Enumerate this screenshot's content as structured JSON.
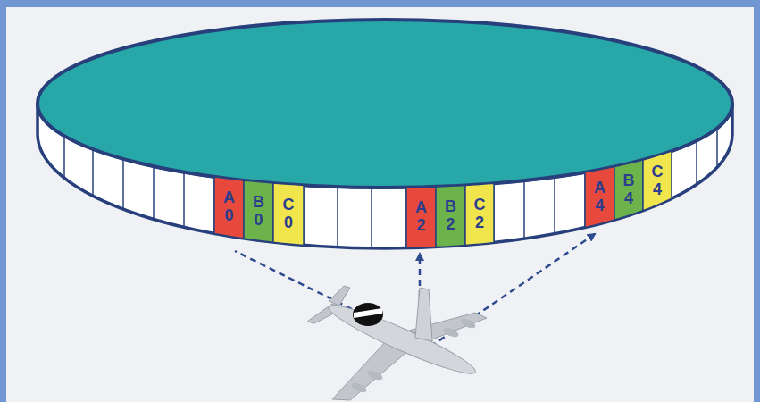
{
  "diagram": {
    "nodes": [
      {
        "text": [
          "A 0"
        ]
      },
      {
        "text": [
          "B 0"
        ]
      },
      {
        "text": [
          "C 0"
        ]
      },
      {
        "text": [
          "A 2"
        ]
      },
      {
        "text": [
          "B 2"
        ]
      },
      {
        "text": [
          "C 2"
        ]
      },
      {
        "text": [
          "A 4"
        ]
      },
      {
        "text": [
          "B 4"
        ]
      },
      {
        "text": [
          "C 4"
        ]
      }
    ]
  }
}
